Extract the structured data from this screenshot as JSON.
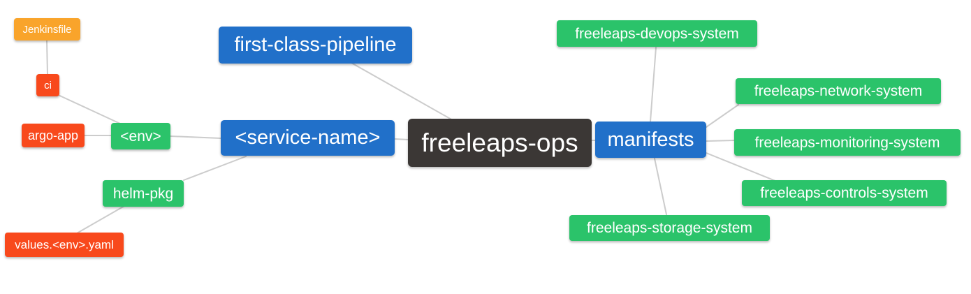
{
  "diagram": {
    "type": "mindmap",
    "root": "freeleaps-ops"
  },
  "palette": {
    "root_bg": "#3b3735",
    "primary_bg": "#2170c9",
    "success_bg": "#2bc36a",
    "danger_bg": "#f8491c",
    "warning_bg": "#f9a42b",
    "node_text": "#ffffff",
    "edge": "#cccccc",
    "canvas_bg": "#ffffff"
  },
  "nodes": {
    "jenkinsfile": {
      "label": "Jenkinsfile",
      "color": "#f9a42b"
    },
    "ci": {
      "label": "ci",
      "color": "#f8491c"
    },
    "argo_app": {
      "label": "argo-app",
      "color": "#f8491c"
    },
    "env": {
      "label": "<env>",
      "color": "#2bc36a"
    },
    "helm_pkg": {
      "label": "helm-pkg",
      "color": "#2bc36a"
    },
    "values_env_yaml": {
      "label": "values.<env>.yaml",
      "color": "#f8491c"
    },
    "first_class_pipeline": {
      "label": "first-class-pipeline",
      "color": "#2170c9"
    },
    "service_name": {
      "label": "<service-name>",
      "color": "#2170c9"
    },
    "freeleaps_ops": {
      "label": "freeleaps-ops",
      "color": "#3b3735"
    },
    "manifests": {
      "label": "manifests",
      "color": "#2170c9"
    },
    "freeleaps_devops_system": {
      "label": "freeleaps-devops-system",
      "color": "#2bc36a"
    },
    "freeleaps_network_system": {
      "label": "freeleaps-network-system",
      "color": "#2bc36a"
    },
    "freeleaps_monitoring_system": {
      "label": "freeleaps-monitoring-system",
      "color": "#2bc36a"
    },
    "freeleaps_controls_system": {
      "label": "freeleaps-controls-system",
      "color": "#2bc36a"
    },
    "freeleaps_storage_system": {
      "label": "freeleaps-storage-system",
      "color": "#2bc36a"
    }
  },
  "edges": [
    [
      "jenkinsfile",
      "ci"
    ],
    [
      "ci",
      "env"
    ],
    [
      "argo_app",
      "env"
    ],
    [
      "env",
      "service_name"
    ],
    [
      "helm_pkg",
      "service_name"
    ],
    [
      "values_env_yaml",
      "helm_pkg"
    ],
    [
      "first_class_pipeline",
      "freeleaps_ops"
    ],
    [
      "service_name",
      "freeleaps_ops"
    ],
    [
      "freeleaps_ops",
      "manifests"
    ],
    [
      "manifests",
      "freeleaps_devops_system"
    ],
    [
      "manifests",
      "freeleaps_network_system"
    ],
    [
      "manifests",
      "freeleaps_monitoring_system"
    ],
    [
      "manifests",
      "freeleaps_controls_system"
    ],
    [
      "manifests",
      "freeleaps_storage_system"
    ]
  ]
}
